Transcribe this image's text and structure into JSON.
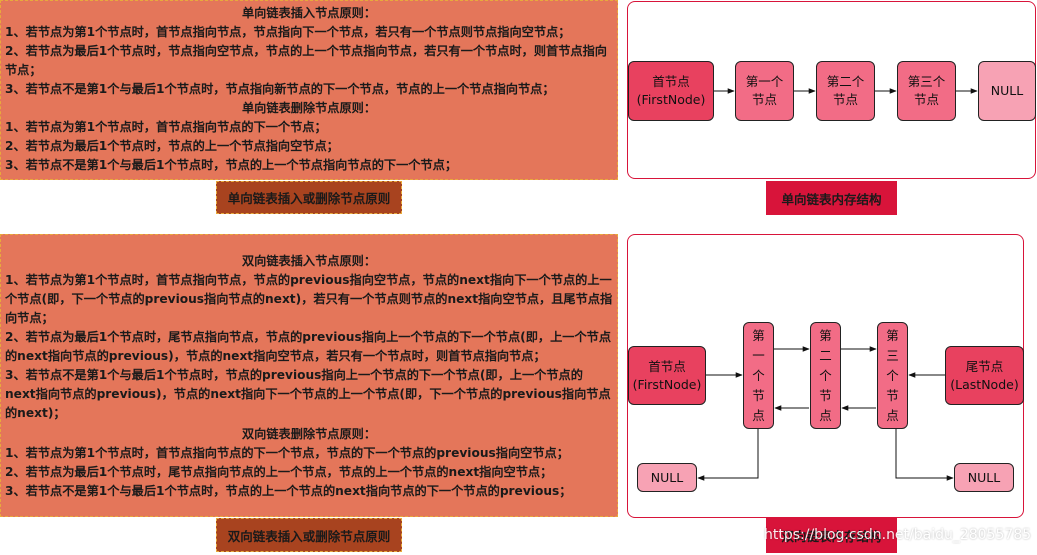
{
  "single_rules": {
    "insert_title": "单向链表插入节点原则：",
    "insert_lines": [
      "1、若节点为第1个节点时，首节点指向节点，节点指向下一个节点，若只有一个节点则节点指向空节点；",
      "2、若节点为最后1个节点时，节点指向空节点，节点的上一个节点指向节点，若只有一个节点时，则首节点指向节点；",
      "3、若节点不是第1个与最后1个节点时，节点指向新节点的下一个节点，节点的上一个节点指向节点；"
    ],
    "delete_title": "单向链表删除节点原则：",
    "delete_lines": [
      "1、若节点为第1个节点时，首节点指向节点的下一个节点；",
      "2、若节点为最后1个节点时，节点的上一个节点指向空节点；",
      "3、若节点不是第1个与最后1个节点时，节点的上一个节点指向节点的下一个节点；"
    ],
    "caption": "单向链表插入或删除节点原则"
  },
  "single_diagram": {
    "nodes": {
      "first": "首节点\n(FirstNode)",
      "n1": "第一个\n节点",
      "n2": "第二个\n节点",
      "n3": "第三个\n节点",
      "null": "NULL"
    },
    "caption": "单向链表内存结构"
  },
  "double_rules": {
    "insert_title": "双向链表插入节点原则：",
    "insert_lines": [
      "1、若节点为第1个节点时，首节点指向节点，节点的previous指向空节点，节点的next指向下一个节点的上一个节点(即，下一个节点的previous指向节点的next)，若只有一个节点则节点的next指向空节点，且尾节点指向节点；",
      "2、若节点为最后1个节点时，尾节点指向节点，节点的previous指向上一个节点的下一个节点(即，上一个节点的next指向节点的previous)，节点的next指向空节点，若只有一个节点时，则首节点指向节点；",
      "3、若节点不是第1个与最后1个节点时，节点的previous指向上一个节点的下一个节点(即，上一个节点的next指向节点的previous)，节点的next指向下一个节点的上一个节点(即，下一个节点的previous指向节点的next)；"
    ],
    "delete_title": "双向链表删除节点原则：",
    "delete_lines": [
      "1、若节点为第1个节点时，首节点指向节点的下一个节点，节点的下一个节点的previous指向空节点；",
      "2、若节点为最后1个节点时，尾节点指向节点的上一个节点，节点的上一个节点的next指向空节点；",
      "3、若节点不是第1个与最后1个节点时，节点的上一个节点的next指向节点的下一个节点的previous；"
    ],
    "caption": "双向链表插入或删除节点原则"
  },
  "double_diagram": {
    "nodes": {
      "first": "首节点\n(FirstNode)",
      "last": "尾节点\n(LastNode)",
      "n1": [
        "第",
        "一",
        "个",
        "节",
        "点"
      ],
      "n2": [
        "第",
        "二",
        "个",
        "节",
        "点"
      ],
      "n3": [
        "第",
        "三",
        "个",
        "节",
        "点"
      ],
      "null_left": "NULL",
      "null_right": "NULL"
    },
    "caption": "双向链表内存结构"
  },
  "watermark": "https://blog.csdn.net/baidu_28055785",
  "colors": {
    "rule_fill": "#E4765A",
    "rule_border": "#E8A93C",
    "caption_brown": "#A8431F",
    "caption_red": "#D8143A",
    "node_dark": "#E8415F",
    "node_mid": "#F26C86",
    "node_light": "#F7A2B4",
    "panel_border": "#D8143A"
  }
}
